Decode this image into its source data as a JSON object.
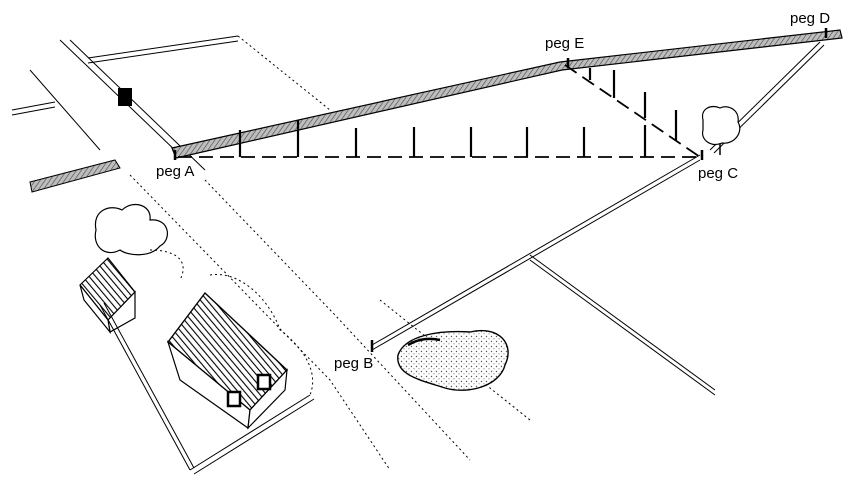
{
  "pegs": {
    "a": "peg A",
    "b": "peg B",
    "c": "peg C",
    "d": "peg D",
    "e": "peg E"
  },
  "colors": {
    "ink": "#000000",
    "pipe_fill": "#9a9a9a",
    "background": "#ffffff"
  }
}
